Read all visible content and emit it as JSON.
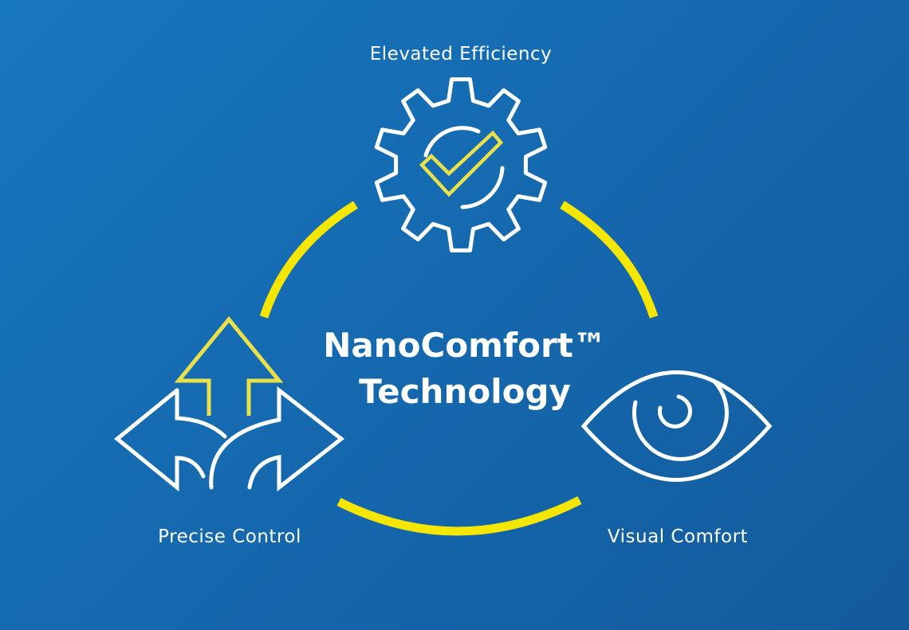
{
  "diagram": {
    "title_line1": "NanoComfort™",
    "title_line2": "Technology",
    "nodes": [
      {
        "label": "Elevated Efficiency",
        "icon": "gear-check-icon"
      },
      {
        "label": "Precise Control",
        "icon": "three-way-arrows-icon"
      },
      {
        "label": "Visual Comfort",
        "icon": "eye-icon"
      }
    ],
    "colors": {
      "background_start": "#1777bd",
      "background_end": "#135a9c",
      "accent": "#f5e600",
      "icon_accent": "#e9e04a",
      "line": "#ffffff"
    }
  }
}
